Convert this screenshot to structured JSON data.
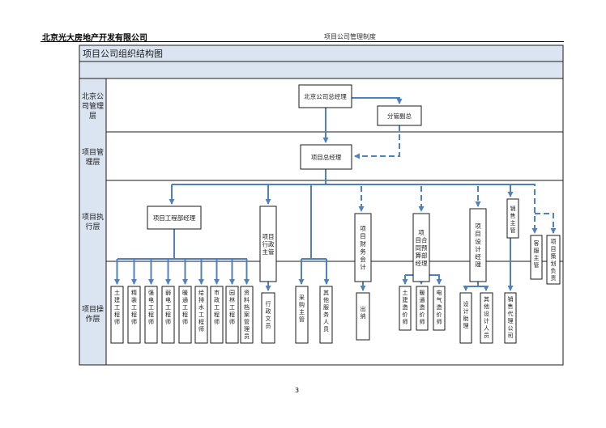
{
  "header": {
    "company": "北京光大房地产开发有限公司",
    "doc_title": "项目公司管理制度"
  },
  "page_number": "3",
  "diagram": {
    "title": "项目公司组织结构图",
    "layers": [
      {
        "id": "l1",
        "label": [
          "北京公",
          "司管理",
          "层"
        ]
      },
      {
        "id": "l2",
        "label": [
          "项目管",
          "理层"
        ]
      },
      {
        "id": "l3",
        "label": [
          "项目执",
          "行层"
        ]
      },
      {
        "id": "l4",
        "label": [
          "项目操",
          "作层"
        ]
      }
    ],
    "nodes": {
      "gm": "北京公司总经理",
      "vp": "分管副总",
      "pm": "项目总经理",
      "eng_mgr": "项目工程部经理",
      "admin": [
        "项目",
        "行政",
        "主管"
      ],
      "fin": [
        "项",
        "目",
        "财",
        "务",
        "会",
        "计"
      ],
      "budget": [
        "项",
        "目合",
        "同预",
        "算部",
        "经理"
      ],
      "design": [
        "项",
        "目",
        "设",
        "计",
        "经",
        "理"
      ],
      "sales": [
        "销",
        "售",
        "主",
        "管"
      ],
      "customer": [
        "客",
        "服",
        "主",
        "管"
      ],
      "plan": [
        "项",
        "目",
        "策",
        "划",
        "负",
        "责"
      ],
      "eng_staff": [
        [
          "土",
          "建",
          "工",
          "程",
          "师"
        ],
        [
          "精",
          "装",
          "工",
          "程",
          "师"
        ],
        [
          "强",
          "电",
          "工",
          "程",
          "师"
        ],
        [
          "弱",
          "电",
          "工",
          "程",
          "师"
        ],
        [
          "暖",
          "通",
          "工",
          "程",
          "师"
        ],
        [
          "给",
          "排",
          "水",
          "工",
          "程",
          "师"
        ],
        [
          "市",
          "政",
          "工",
          "程",
          "师"
        ],
        [
          "园",
          "林",
          "工",
          "程",
          "师"
        ],
        [
          "资",
          "料",
          "档",
          "案",
          "管",
          "理",
          "员"
        ]
      ],
      "admin_staff": [
        "行",
        "政",
        "文",
        "员"
      ],
      "after_sales": [
        "采",
        "购",
        "主",
        "管"
      ],
      "other_staff": [
        "其",
        "他",
        "服",
        "务",
        "人",
        "员"
      ],
      "cashier": [
        "出",
        "纳"
      ],
      "civil_cost": [
        "土",
        "建",
        "造",
        "价",
        "师"
      ],
      "hvac_cost": [
        "暖",
        "通",
        "造",
        "价",
        "师"
      ],
      "elec_cost": [
        "电",
        "气",
        "造",
        "价",
        "师"
      ],
      "design_asst": [
        "设",
        "计",
        "助",
        "理"
      ],
      "design_staff": [
        "其",
        "他",
        "设",
        "计",
        "人",
        "员"
      ],
      "sales_co": [
        "销",
        "售",
        "代",
        "理",
        "公",
        "司"
      ]
    },
    "colors": {
      "box_stroke": "#1a1a1a",
      "line": "#4f81bd",
      "band": "#dbe5f1"
    }
  }
}
